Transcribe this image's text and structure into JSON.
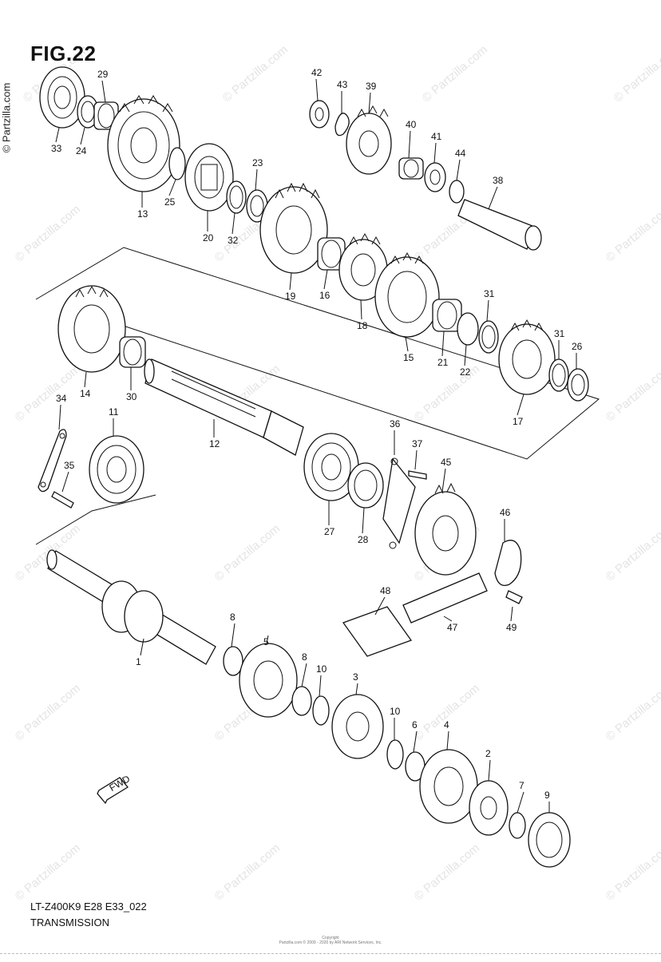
{
  "figure_title": "FIG.22",
  "side_copyright": "© Partzilla.com",
  "watermark_text": "© Partzilla.com",
  "model_code": "LT-Z400K9 E28 E33_022",
  "section_title": "TRANSMISSION",
  "copyright_line1": "Copyright",
  "copyright_line2": "Partzilla.com © 2009 - 2020 by ARI Network Services, Inc.",
  "fwd_label": "FWD",
  "parts": [
    "1",
    "2",
    "3",
    "4",
    "5",
    "6",
    "7",
    "8",
    "9",
    "10",
    "11",
    "12",
    "13",
    "14",
    "15",
    "16",
    "17",
    "18",
    "19",
    "20",
    "21",
    "22",
    "23",
    "24",
    "25",
    "26",
    "27",
    "28",
    "29",
    "30",
    "31",
    "32",
    "33",
    "34",
    "35",
    "36",
    "37",
    "38",
    "39",
    "40",
    "41",
    "42",
    "43",
    "44",
    "45",
    "46",
    "47",
    "48",
    "49"
  ]
}
